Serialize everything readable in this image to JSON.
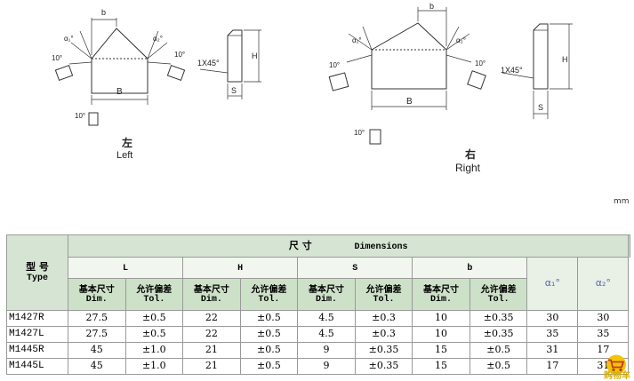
{
  "drawing": {
    "left_labels": {
      "b": "b",
      "B": "B",
      "H": "H",
      "S": "S",
      "chamfer": "1X45°",
      "angle_10a": "10°",
      "angle_10b": "10°",
      "angle_10c": "10°",
      "alpha1": "α₁°",
      "alpha2": "α₂°"
    },
    "right_labels": {
      "b": "b",
      "B": "B",
      "H": "H",
      "S": "S",
      "chamfer": "1X45°",
      "angle_10a": "10°",
      "angle_10b": "10°",
      "angle_10c": "10°",
      "alpha1": "α₁°",
      "alpha2": "α₂°"
    },
    "left_caption_cn": "左",
    "left_caption_en": "Left",
    "right_caption_cn": "右",
    "right_caption_en": "Right"
  },
  "unit": "mm",
  "table": {
    "type_cn": "型 号",
    "type_en": "Type",
    "dim_cn": "尺 寸",
    "dim_en": "Dimensions",
    "groups": [
      "L",
      "H",
      "S",
      "b"
    ],
    "sub_dim_cn": "基本尺寸",
    "sub_dim_en": "Dim.",
    "sub_tol_cn": "允许偏差",
    "sub_tol_en": "Tol.",
    "alpha1": "α₁°",
    "alpha2": "α₂°",
    "rows": [
      {
        "type": "M1427R",
        "L": "27.5",
        "Lt": "±0.5",
        "H": "22",
        "Ht": "±0.5",
        "S": "4.5",
        "St": "±0.3",
        "b": "10",
        "bt": "±0.35",
        "a1": "30",
        "a2": "30"
      },
      {
        "type": "M1427L",
        "L": "27.5",
        "Lt": "±0.5",
        "H": "22",
        "Ht": "±0.5",
        "S": "4.5",
        "St": "±0.3",
        "b": "10",
        "bt": "±0.35",
        "a1": "35",
        "a2": "35"
      },
      {
        "type": "M1445R",
        "L": "45",
        "Lt": "±1.0",
        "H": "21",
        "Ht": "±0.5",
        "S": "9",
        "St": "±0.35",
        "b": "15",
        "bt": "±0.5",
        "a1": "31",
        "a2": "17"
      },
      {
        "type": "M1445L",
        "L": "45",
        "Lt": "±1.0",
        "H": "21",
        "Ht": "±0.5",
        "S": "9",
        "St": "±0.35",
        "b": "15",
        "bt": "±0.5",
        "a1": "17",
        "a2": "31"
      }
    ]
  },
  "badge": {
    "label": "购物车",
    "icon": "shopping-cart-icon",
    "color": "#f5c400"
  }
}
